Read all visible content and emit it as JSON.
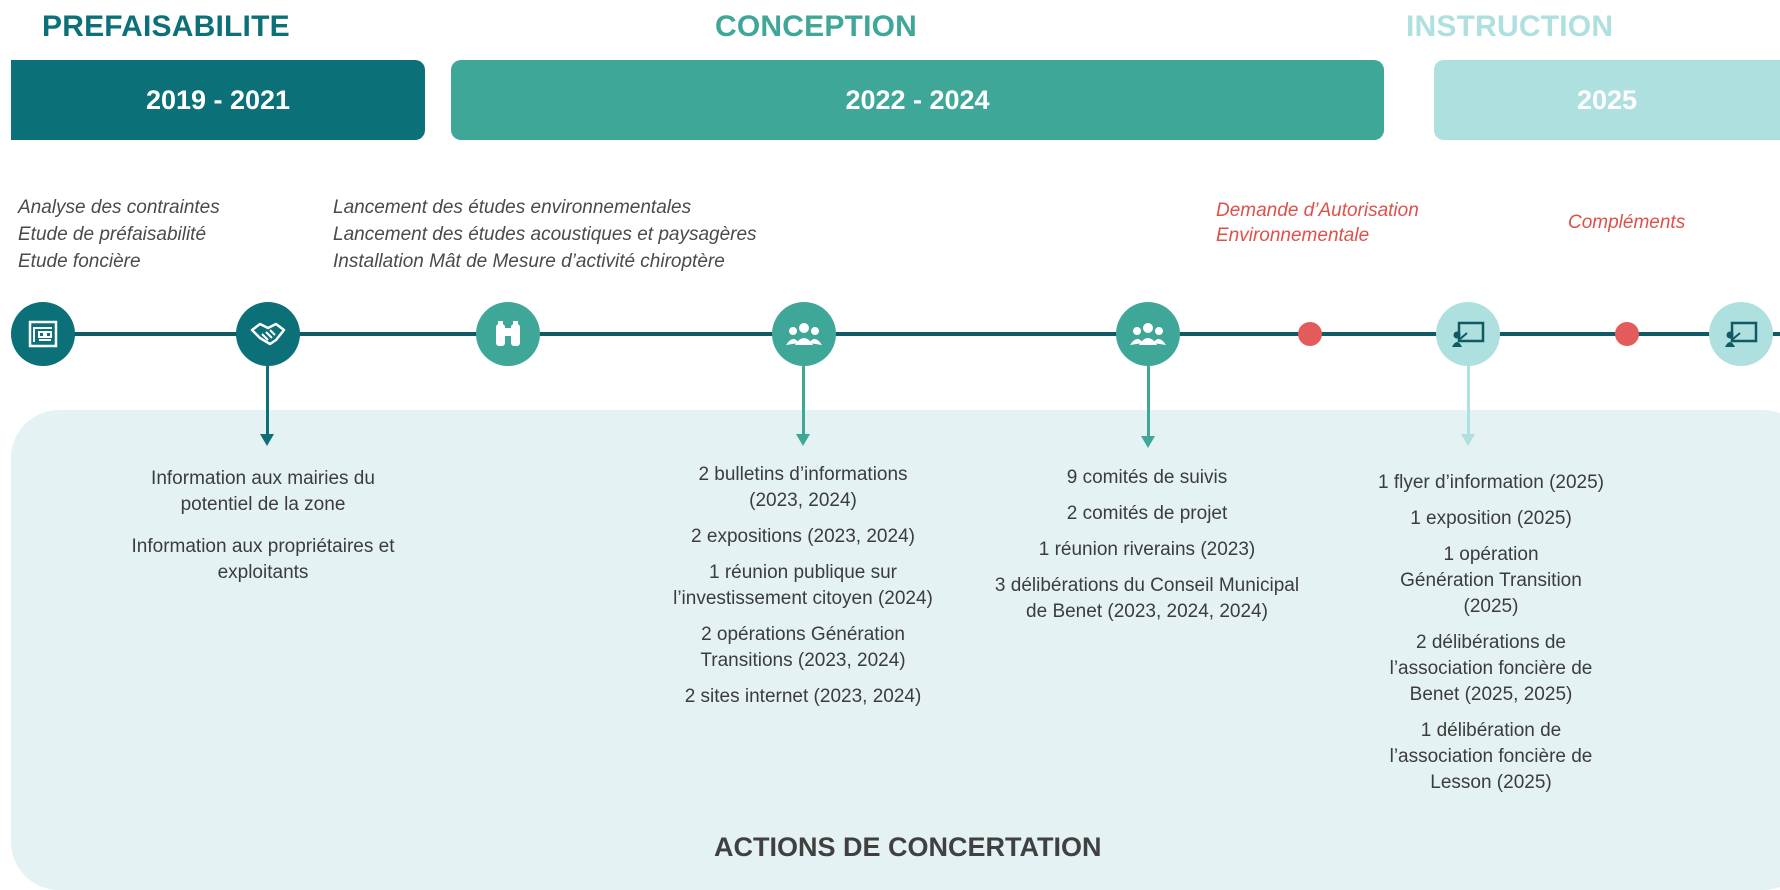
{
  "phases": [
    {
      "title": "PREFAISABILITE",
      "years": "2019 - 2021",
      "color": "#0b7078"
    },
    {
      "title": "CONCEPTION",
      "years": "2022 - 2024",
      "color": "#3ea797"
    },
    {
      "title": "INSTRUCTION",
      "years": "2025",
      "color": "#aee0df"
    }
  ],
  "studies": {
    "prefaisabilite": [
      "Analyse des contraintes",
      "Etude de préfaisabilité",
      "Etude foncière"
    ],
    "conception": [
      "Lancement des études environnementales",
      "Lancement des études acoustiques et paysagères",
      "Installation Mât de Mesure d’activité chiroptère"
    ],
    "demande": [
      "Demande d’Autorisation",
      "Environnementale"
    ],
    "complements": "Compléments"
  },
  "timeline_nodes": [
    {
      "icon": "blueprint-icon",
      "color": "#0b7078"
    },
    {
      "icon": "handshake-icon",
      "color": "#0b7078"
    },
    {
      "icon": "binoculars-icon",
      "color": "#3ea797"
    },
    {
      "icon": "group-icon",
      "color": "#3ea797"
    },
    {
      "icon": "group-icon",
      "color": "#3ea797"
    },
    {
      "icon": "milestone-dot",
      "color": "#e35b5b"
    },
    {
      "icon": "presentation-icon",
      "color": "#aee0df"
    },
    {
      "icon": "milestone-dot",
      "color": "#e35b5b"
    },
    {
      "icon": "presentation-icon",
      "color": "#aee0df"
    }
  ],
  "actions": {
    "col1": [
      "Information aux mairies du potentiel de la zone",
      "Information aux propriétaires et exploitants"
    ],
    "col2": [
      "2 bulletins d’informations (2023, 2024)",
      "2 expositions (2023, 2024)",
      "1 réunion publique sur l’investissement citoyen (2024)",
      "2 opérations Génération Transitions (2023, 2024)",
      "2 sites internet (2023, 2024)"
    ],
    "col3": [
      "9 comités de suivis",
      "2 comités de projet",
      "1 réunion riverains (2023)",
      "3 délibérations du Conseil Municipal de Benet (2023, 2024, 2024)"
    ],
    "col4": [
      "1 flyer d’information (2025)",
      "1 exposition (2025)",
      "1 opération Génération Transition (2025)",
      "2 délibérations de l’association foncière de Benet (2025, 2025)",
      "1 délibération de l’association foncière de Lesson (2025)"
    ]
  },
  "panel_title": "ACTIONS DE CONCERTATION"
}
